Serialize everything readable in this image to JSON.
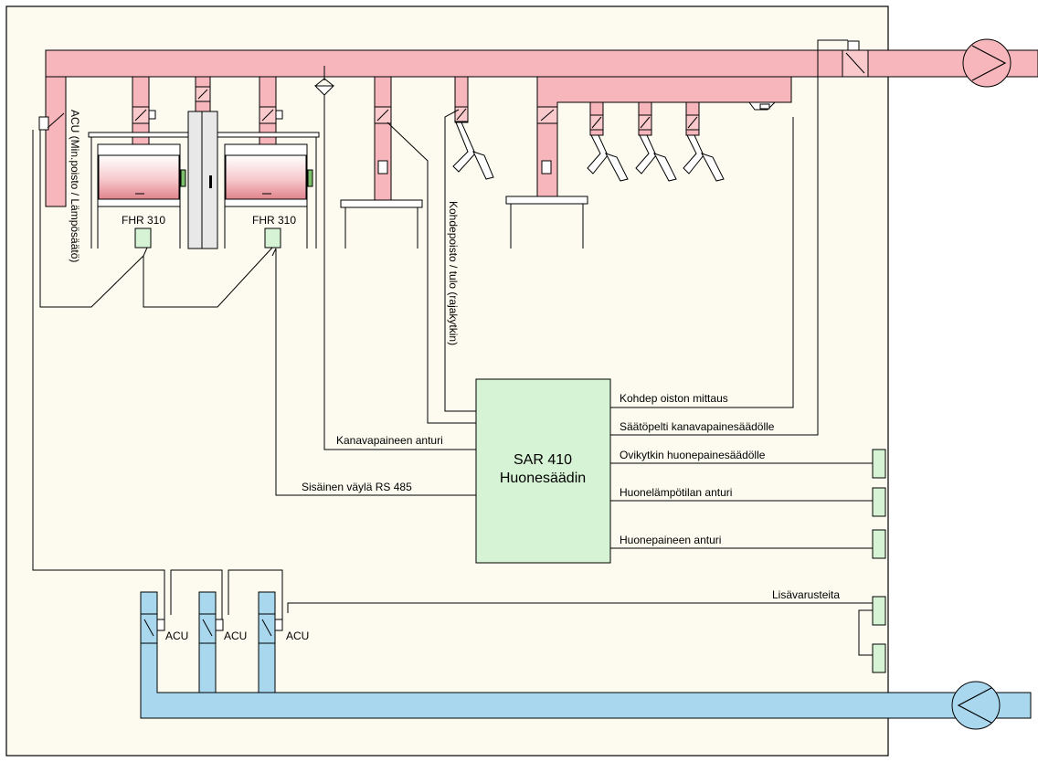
{
  "diagram": {
    "controller": {
      "title_line1": "SAR 410",
      "title_line2": "Huonesäädin"
    },
    "labels": {
      "kohdepoiston_mittaus": "Kohdep oiston mittaus",
      "saatopelti": "Säätöpelti kanavapainesäädölle",
      "ovikytkin": "Ovikytkin huonepainesäädölle",
      "huonelampotila": "Huonelämpötilan anturi",
      "huonepaine": "Huonepaineen anturi",
      "kanavapaine": "Kanavapaineen anturi",
      "vayla": "Sisäinen väylä RS 485",
      "lisavarusteita": "Lisävarusteita",
      "acu_vertical": "ACU (Min.poisto / Lämpösäätö)",
      "kohdepoisto_vertical": "Kohdepoisto / tulo (rajakytkin)",
      "fhr_left": "FHR 310",
      "fhr_right": "FHR 310",
      "acu_1": "ACU",
      "acu_2": "ACU",
      "acu_3": "ACU"
    },
    "colors": {
      "exhaust_duct": "#f7b6bb",
      "supply_duct": "#a9d8ee",
      "controller_fill": "#d7f3d5",
      "room_fill": "#fdfbf0"
    }
  }
}
